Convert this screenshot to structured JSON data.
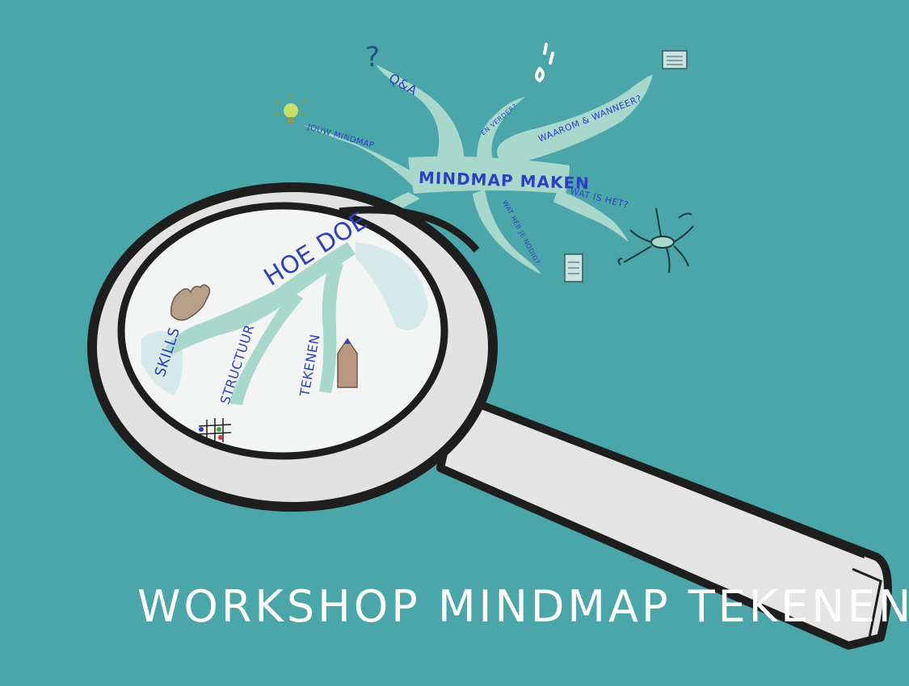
{
  "colors": {
    "background": "#4aa6a8",
    "branch": "#a8d8cc",
    "ink": "#2e3fc4",
    "outline": "#1e1e1e",
    "lens": "#f2f5f4",
    "title": "#ffffff"
  },
  "mindmap": {
    "center": "MINDMAP MAKEN",
    "branches": {
      "qa": "Q&A",
      "jouw_mindmap": "JOUW MINDMAP",
      "en_verder": "EN VERDER?",
      "waarom": "WAAROM & WANNEER?",
      "wat_is_het": "WAT IS HET?",
      "wat_heb_je_nodig": "WAT HEB JE NODIG?",
      "hoe_doe": "HOE DOE"
    },
    "icons": [
      "question-mark-icon",
      "lightbulb-icon",
      "speech-icon",
      "book-icon",
      "mini-mindmap-icon",
      "note-icon"
    ]
  },
  "lens": {
    "branches": {
      "skills": "SKILLS",
      "structuur": "STRUCTUUR",
      "tekenen": "TEKENEN"
    },
    "icons": [
      "hand-icon",
      "pencil-icon",
      "grid-icon"
    ]
  },
  "title": "WORKSHOP MINDMAP TEKENEN"
}
